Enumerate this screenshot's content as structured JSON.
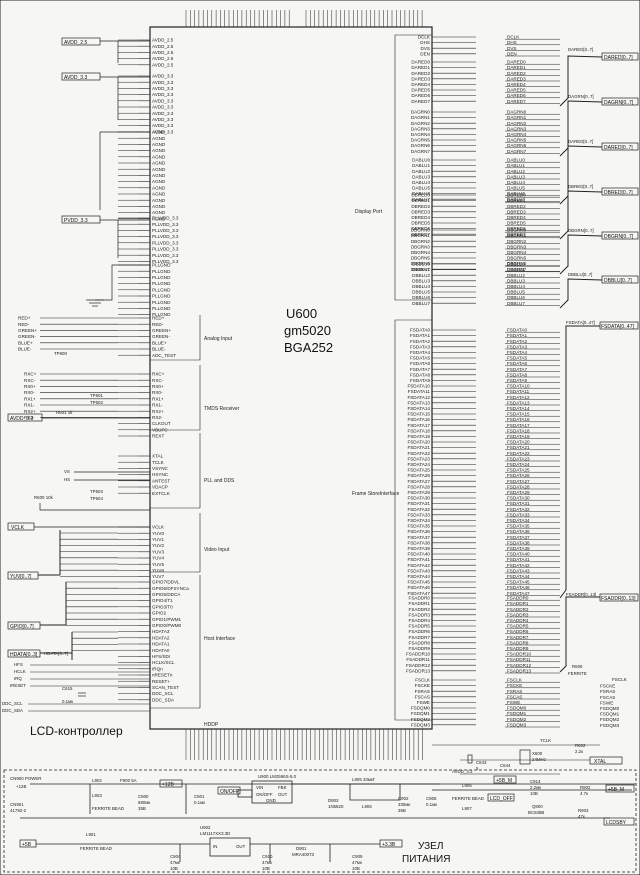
{
  "chip": {
    "designator": "U600",
    "part": "gm5020",
    "package": "BGA252",
    "sections": {
      "analog": "Analog Input",
      "tmds": "TMDS Receiver",
      "pll": "PLL and DDS",
      "video": "Video Input",
      "host": "Host Interface",
      "display": "Display Port",
      "frame": "Frame StoreInterface",
      "hddp": "HDDP"
    }
  },
  "left_pins": {
    "avdd25": [
      "AVDD_2.5",
      "AVDD_2.5",
      "AVDD_2.5",
      "AVDD_2.5",
      "AVDD_2.5"
    ],
    "avdd33": [
      "AVDD_3.3",
      "AVDD_3.3",
      "AVDD_3.3",
      "AVDD_3.3",
      "AVDD_3.3",
      "AVDD_3.3",
      "AVDD_3.3",
      "AVDD_3.3",
      "AVDD_3.3",
      "AVDD_3.3"
    ],
    "agnd": [
      "AGND",
      "AGND",
      "AGND",
      "AGND",
      "AGND",
      "AGND",
      "AGND",
      "AGND",
      "AGND",
      "AGND",
      "AGND",
      "AGND",
      "AGND",
      "AGND",
      "AGND"
    ],
    "pllvdd": [
      "PLLVDD_3.3",
      "PLLVDD_3.3",
      "PLLVDD_3.3",
      "PLLVDD_3.3",
      "PLLVDD_3.3",
      "PLLVDD_3.3",
      "PLLVDD_3.3",
      "PLLVDD_3.3"
    ],
    "pllgnd": [
      "PLLGND",
      "PLLGND",
      "PLLGND",
      "PLLGND",
      "PLLGND",
      "PLLGND",
      "PLLGND",
      "PLLGND",
      "PLLGND"
    ],
    "analog": [
      "RED+",
      "RED-",
      "GREEN+",
      "GREEN-",
      "BLUE+",
      "BLUE-",
      "ADC_TEST"
    ],
    "tmds": [
      "RXC+",
      "RXC-",
      "RX0+",
      "RX0-",
      "RX1+",
      "RX1-",
      "RX2+",
      "RX2-",
      "CLKOUT",
      "VBUFC",
      "REXT"
    ],
    "pll": [
      "XTAL",
      "TCLK",
      "VSYNC",
      "HSYNC",
      "ANTEST",
      "VDACP",
      "EXTCLK"
    ],
    "video": [
      "VCLK",
      "YUV0",
      "YUV1",
      "YUV2",
      "YUV3",
      "YUV4",
      "YUV5",
      "YUV6",
      "YUV7"
    ],
    "host": [
      "GPIO7/DDVL",
      "GPIO6/DFSYNCa",
      "GPIO5/DDCA",
      "GPIO4/T1",
      "GPIO3/T0",
      "GPIO2",
      "GPIO1/PWM1",
      "GPIO0/PWM0",
      "HDATA3",
      "HDATA2",
      "HDATA1",
      "HDATA0",
      "HFS/SDI",
      "HCLK/SCL",
      "IRQn",
      "nRESETn",
      "RESET+",
      "SCAN_TEST",
      "DDC_SCL",
      "DDC_SDA"
    ]
  },
  "right_pins": {
    "display_top": [
      "DCLK",
      "DHS",
      "DVS",
      "DEN"
    ],
    "dared": [
      "DARED0",
      "DARED1",
      "DARED2",
      "DARED3",
      "DARED4",
      "DARED5",
      "DARED6",
      "DARED7"
    ],
    "dagrn": [
      "DAGRN0",
      "DAGRN1",
      "DAGRN2",
      "DAGRN3",
      "DAGRN4",
      "DAGRN5",
      "DAGRN6",
      "DAGRN7"
    ],
    "dablu": [
      "DABLU0",
      "DABLU1",
      "DABLU2",
      "DABLU3",
      "DABLU4",
      "DABLU5",
      "DABLU6",
      "DABLU7"
    ],
    "dbred": [
      "DBRED0",
      "DBRED1",
      "DBRED2",
      "DBRED3",
      "DBRED4",
      "DBRED5",
      "DBRED6",
      "DBRED7"
    ],
    "dbgrn": [
      "DBGRN0",
      "DBGRN1",
      "DBGRN2",
      "DBGRN3",
      "DBGRN4",
      "DBGRN5",
      "DBGRN6",
      "DBGRN7"
    ],
    "dbblu": [
      "DBBLU0",
      "DBBLU1",
      "DBBLU2",
      "DBBLU3",
      "DBBLU4",
      "DBBLU5",
      "DBBLU6",
      "DBBLU7"
    ],
    "fsdata": [
      "FSDATA0",
      "FSDATA1",
      "FSDATA2",
      "FSDATA3",
      "FSDATA4",
      "FSDATA5",
      "FSDATA6",
      "FSDATA7",
      "FSDATA8",
      "FSDATA9",
      "FSDATA10",
      "FSDATA11",
      "FSDATA12",
      "FSDATA13",
      "FSDATA14",
      "FSDATA15",
      "FSDATA16",
      "FSDATA17",
      "FSDATA18",
      "FSDATA19",
      "FSDATA20",
      "FSDATA21",
      "FSDATA22",
      "FSDATA23",
      "FSDATA24",
      "FSDATA25",
      "FSDATA26",
      "FSDATA27",
      "FSDATA28",
      "FSDATA29",
      "FSDATA30",
      "FSDATA31",
      "FSDATA32",
      "FSDATA33",
      "FSDATA34",
      "FSDATA35",
      "FSDATA36",
      "FSDATA37",
      "FSDATA38",
      "FSDATA39",
      "FSDATA40",
      "FSDATA41",
      "FSDATA42",
      "FSDATA43",
      "FSDATA44",
      "FSDATA45",
      "FSDATA46",
      "FSDATA47"
    ],
    "fsaddr": [
      "FSADDR0",
      "FSADDR1",
      "FSADDR2",
      "FSADDR3",
      "FSADDR4",
      "FSADDR5",
      "FSADDR6",
      "FSADDR7",
      "FSADDR8",
      "FSADDR9",
      "FSADDR10",
      "FSADDR11",
      "FSADDR12",
      "FSADDR13"
    ],
    "fsctl": [
      "FSCLK",
      "FSCKE",
      "FSRAS",
      "FSCAS",
      "FSWE",
      "FSDQM0",
      "FSDQM1",
      "FSDQM2",
      "FSDQM3"
    ]
  },
  "nets": {
    "avdd25": "AVDD_2.5",
    "avdd33": "AVDD_3.3",
    "pvdd33": "PVDD_3.3",
    "inputs": [
      "RED+",
      "RED-",
      "GREEN+",
      "GREEN-",
      "BLUE+",
      "BLUE-"
    ],
    "tp600": "TP600",
    "rxin": [
      "RXC+",
      "RXC-",
      "RX0+",
      "RX0-",
      "RX1+",
      "RX1-",
      "RX2+",
      "RX2-"
    ],
    "tp601": "TP601",
    "tp602": "TP602",
    "r601": "R601 1k",
    "avdd33b": "AVDD_3.3",
    "vs": "VS",
    "hs": "HS",
    "tp603": "TP603",
    "tp604": "TP604",
    "r600": "R600 10k",
    "vclk": "VCLK",
    "yuv_bus": "YUV[0..7]",
    "gpio_bus": "GPIO[0..7]",
    "hdata_bus": "HDATA[0..7]",
    "hdata_bus2": "HDATA[0..3]",
    "hfs": "HFS",
    "hclk": "HCLK",
    "irq": "IRQ",
    "ireset": "IRESET",
    "c615": "C615",
    "c615v": "0.1мк",
    "ddc_scl": "DDC_SCL",
    "ddc_sda": "DDC_SDA",
    "dared_bus": "DARED[0..7]",
    "dagrn_bus": "DAGRN[0..7]",
    "dared_bus2": "DARED[0..7]",
    "dbred_bus": "DBRED[0..7]",
    "dbgrn_bus": "DBGRN[0..7]",
    "dbblu_bus": "DBBLU[0..7]",
    "fsdata_bus": "FSDATA[0..47]",
    "fsaddr_bus": "FSADDR[0..13]",
    "r605": "R605",
    "ferrite": "FERRITE",
    "fsclk": "FSCLK",
    "fsctl_out": [
      "FSCKE",
      "FSRAS",
      "FSCAS",
      "FSWE",
      "FSDQM0",
      "FSDQM1",
      "FSDQM2",
      "FSDQM3"
    ],
    "tclk": "TCLK",
    "c643": "C643",
    "c644": "C644",
    "c643v": "5",
    "x600": "X600",
    "x600v": "24MHz",
    "r602": "R602",
    "r602v": "2.2к",
    "xtal": "XTAL",
    "avdd33c": "AVDD_3.3"
  },
  "bottom_pins_label": "HDDP",
  "controller_caption": "LCD-контроллер",
  "psu": {
    "title_line1": "УЗЕЛ",
    "title_line2": "ПИТАНИЯ",
    "cn900": "CN900 POWER",
    "plus12": "+12В",
    "cn901": "CN901",
    "cn901v": "41792-2",
    "l902": "L902",
    "f900": "F900 5A",
    "n12v": "+12В",
    "c900": "C900",
    "c900v": "680мк",
    "c900v2": "35В",
    "ferrite_bead": "FERRITE BEAD",
    "l903": "L903",
    "c901": "C901",
    "c901v": "0.1мк",
    "on_off": "ON/OFF",
    "u900": "U900 LM2596S-5.0",
    "vin": "VIN",
    "onoff_pin": "ON/OFF",
    "fbk": "FBK",
    "out": "OUT",
    "gnd": "GND",
    "l905": "L905 33мкГ",
    "d903": "D903",
    "d903v": "1N5820",
    "l906_mid": "L906",
    "c902": "C902",
    "c902v": "330мк",
    "c902v2": "35В",
    "c906": "C906",
    "c906v": "0.1мк",
    "l906": "L906",
    "ferrite_bead2": "FERRITE BEAD",
    "l907": "L907",
    "p5vm": "+5В_М",
    "p5vm_out": "+5В_М",
    "lcd_off": "LCD_OFF",
    "c914": "C914",
    "c914v": "2.2мк",
    "c914v2": "10В",
    "r902": "R902",
    "r902v": "4.7к",
    "q900": "Q900",
    "q900v": "BC848B",
    "r903": "R903",
    "r903v": "47к",
    "lcdsby": "LCDSBY",
    "plus5": "+5В",
    "l901": "L901",
    "ferrite_bead3": "FERRITE BEAD",
    "u902": "U902",
    "u902v": "LM1117XX3.3D",
    "in": "IN",
    "out2": "OUT",
    "c904": "C904",
    "c904v": "47мк",
    "c904v2": "10В",
    "c910": "C910",
    "c910v": "47мк",
    "c910v2": "10В",
    "d901": "D901",
    "d901v": "MRA40073",
    "c909": "C909",
    "c909v": "47мк",
    "c909v2": "10В",
    "plus33": "+3.3В"
  }
}
